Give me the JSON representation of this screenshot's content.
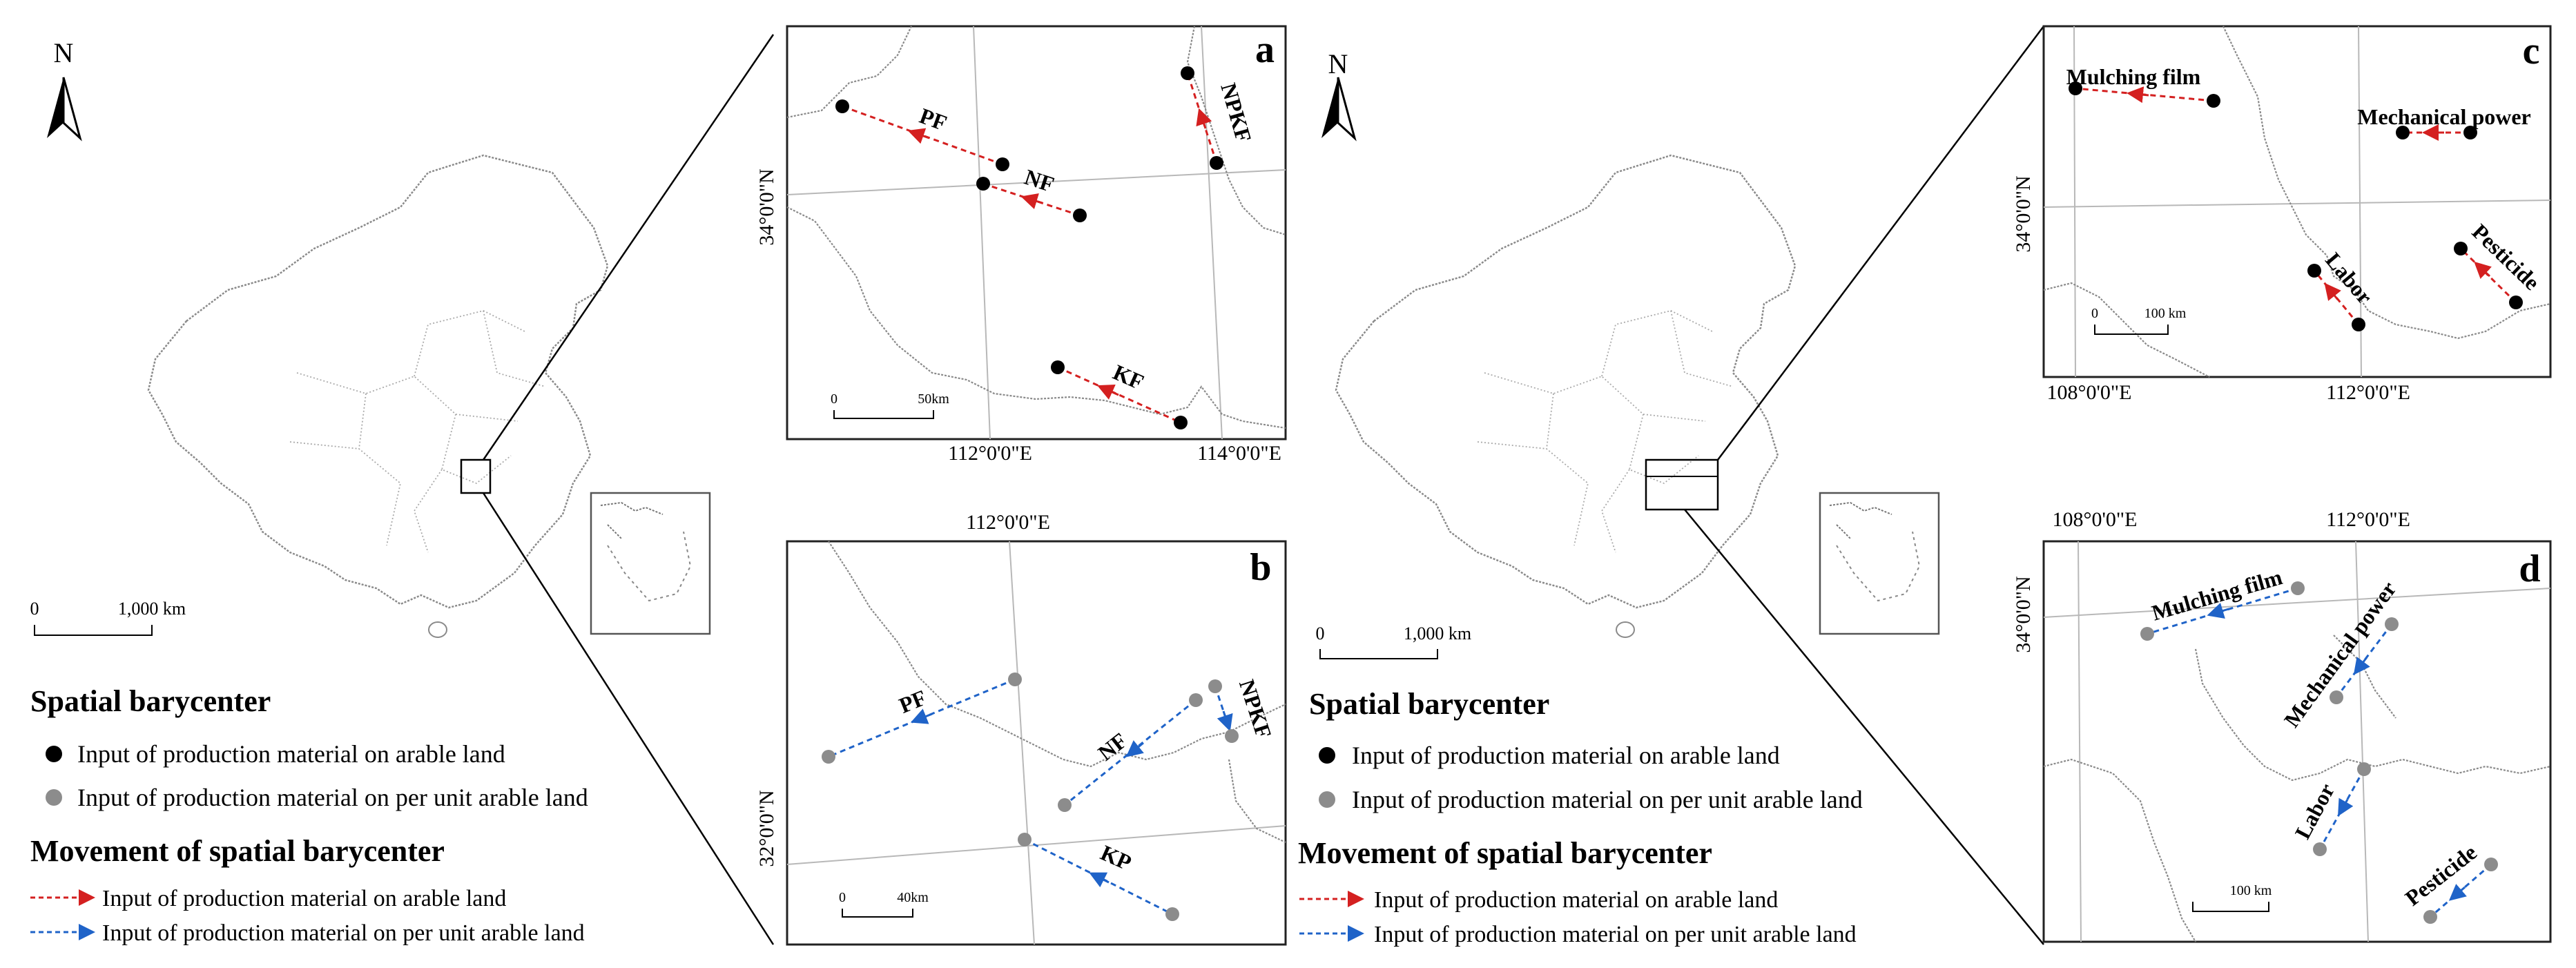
{
  "colors": {
    "arable": "#d42020",
    "per_unit": "#1f63c8",
    "point_black": "#000000",
    "point_gray": "#8c8c8c",
    "border": "#9a9a9a",
    "grid": "#b8b8b8"
  },
  "left": {
    "north": "N",
    "scale_start": "0",
    "scale_end": "1,000 km",
    "legend": {
      "title1": "Spatial barycenter",
      "item1": "Input of  production material on arable land",
      "item2": "Input of production material on per unit arable land",
      "title2": "Movement of spatial barycenter",
      "item3": "Input of  production material on arable land",
      "item4": "Input of production material on per unit arable land"
    }
  },
  "right": {
    "north": "N",
    "scale_start": "0",
    "scale_end": "1,000 km",
    "legend": {
      "title1": "Spatial barycenter",
      "item1": "Input of  production material on arable land",
      "item2": "Input of production material on per unit arable land",
      "title2": "Movement of spatial barycenter",
      "item3": "Input of  production material on arable land",
      "item4": "Input of production material on per unit arable land"
    }
  },
  "panel_a": {
    "letter": "a",
    "lat_label": "34°0'0\"N",
    "lon1": "112°0'0\"E",
    "lon2": "114°0'0\"E",
    "scale_start": "0",
    "scale_end": "50km",
    "arrows": [
      "PF",
      "NF",
      "NPKF",
      "KF"
    ]
  },
  "panel_b": {
    "letter": "b",
    "lat_label": "32°0'0\"N",
    "lon1": "112°0'0\"E",
    "scale_start": "0",
    "scale_end": "40km",
    "arrows": [
      "PF",
      "NF",
      "NPKF",
      "KP"
    ]
  },
  "panel_c": {
    "letter": "c",
    "lat_label": "34°0'0\"N",
    "lon1": "108°0'0\"E",
    "lon2": "112°0'0\"E",
    "scale_start": "0",
    "scale_end": "100 km",
    "arrows": [
      "Mulching film",
      "Mechanical power",
      "Labor",
      "Pesticide"
    ]
  },
  "panel_d": {
    "letter": "d",
    "lat_label": "34°0'0\"N",
    "lon1": "108°0'0\"E",
    "lon2": "112°0'0\"E",
    "scale_end": "100 km",
    "arrows": [
      "Mulching film",
      "Mechanical power",
      "Labor",
      "Pesticide"
    ]
  }
}
